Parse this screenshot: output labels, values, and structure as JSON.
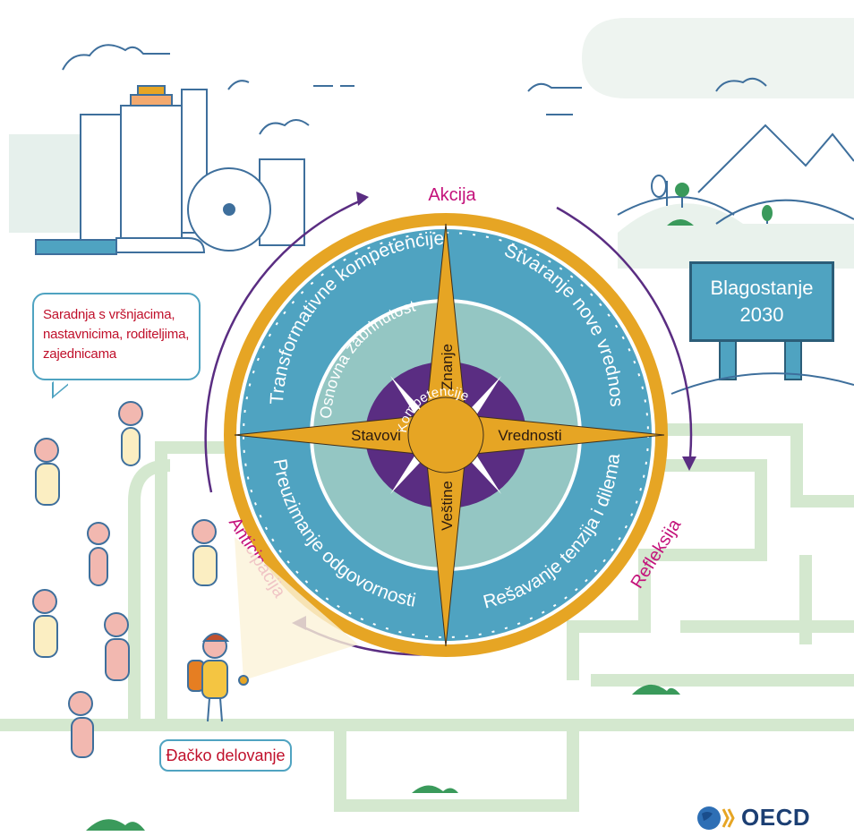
{
  "compass": {
    "center": "Kompetencije",
    "points": {
      "north": "Znanje",
      "south": "Veštine",
      "west": "Stavovi",
      "east": "Vrednosti"
    },
    "inner_ring": "Osnovna zabrinutost",
    "outer_ring": {
      "top_left": "Transformativne kompetencije",
      "top_right": "Stvaranje nove vrednosti",
      "bottom_left": "Preuzimanje odgovornosti",
      "bottom_right": "Rešavanje tenzija i dilema"
    }
  },
  "cycle": {
    "top": "Akcija",
    "right": "Refleksija",
    "left": "Anticipacija"
  },
  "bubble": {
    "line1": "Saradnja s vršnjacima,",
    "line2": "nastavnicima, roditeljima,",
    "line3": "zajednicama"
  },
  "student_tag": "Đačko delovanje",
  "signboard": {
    "line1": "Blagostanje",
    "line2": "2030"
  },
  "logo": {
    "text": "OECD"
  },
  "colors": {
    "gold": "#e6a524",
    "teal": "#4fa3c1",
    "light_teal": "#94c6c3",
    "purple": "#5a2d82",
    "magenta": "#c4127b",
    "path_green": "#d4e8cf",
    "navy": "#2b5d78"
  }
}
